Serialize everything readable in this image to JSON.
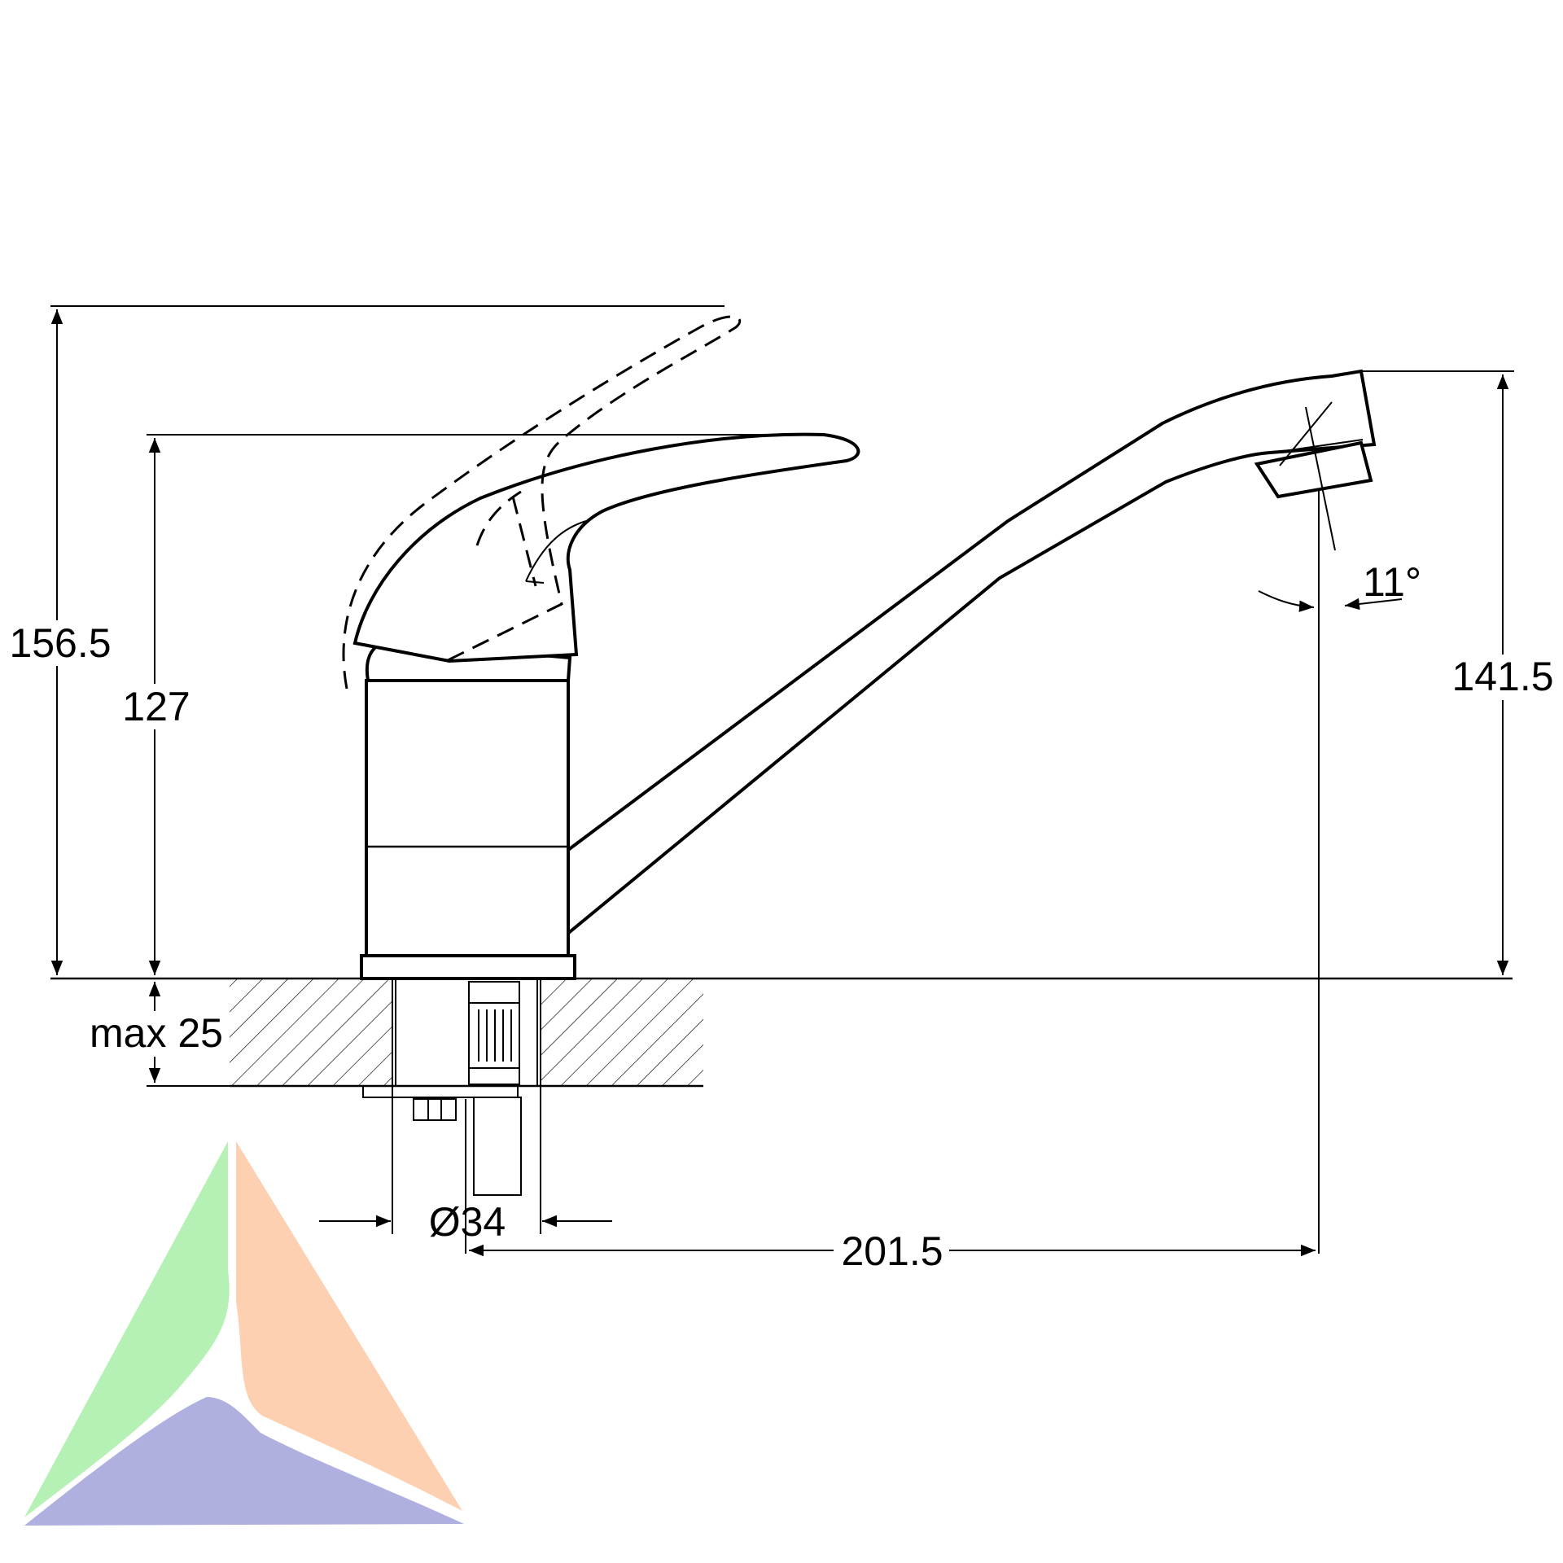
{
  "dimensions": {
    "overall_height": "156.5",
    "body_height": "127",
    "spout_height": "141.5",
    "max_thickness": "max 25",
    "hole_diameter": "Ø34",
    "spout_reach": "201.5",
    "spout_angle": "11°"
  },
  "logo": {
    "colors": [
      "#b5f0b5",
      "#fcd0b0",
      "#b0b0e0"
    ],
    "icon": "tri-color-triangle-logo"
  }
}
